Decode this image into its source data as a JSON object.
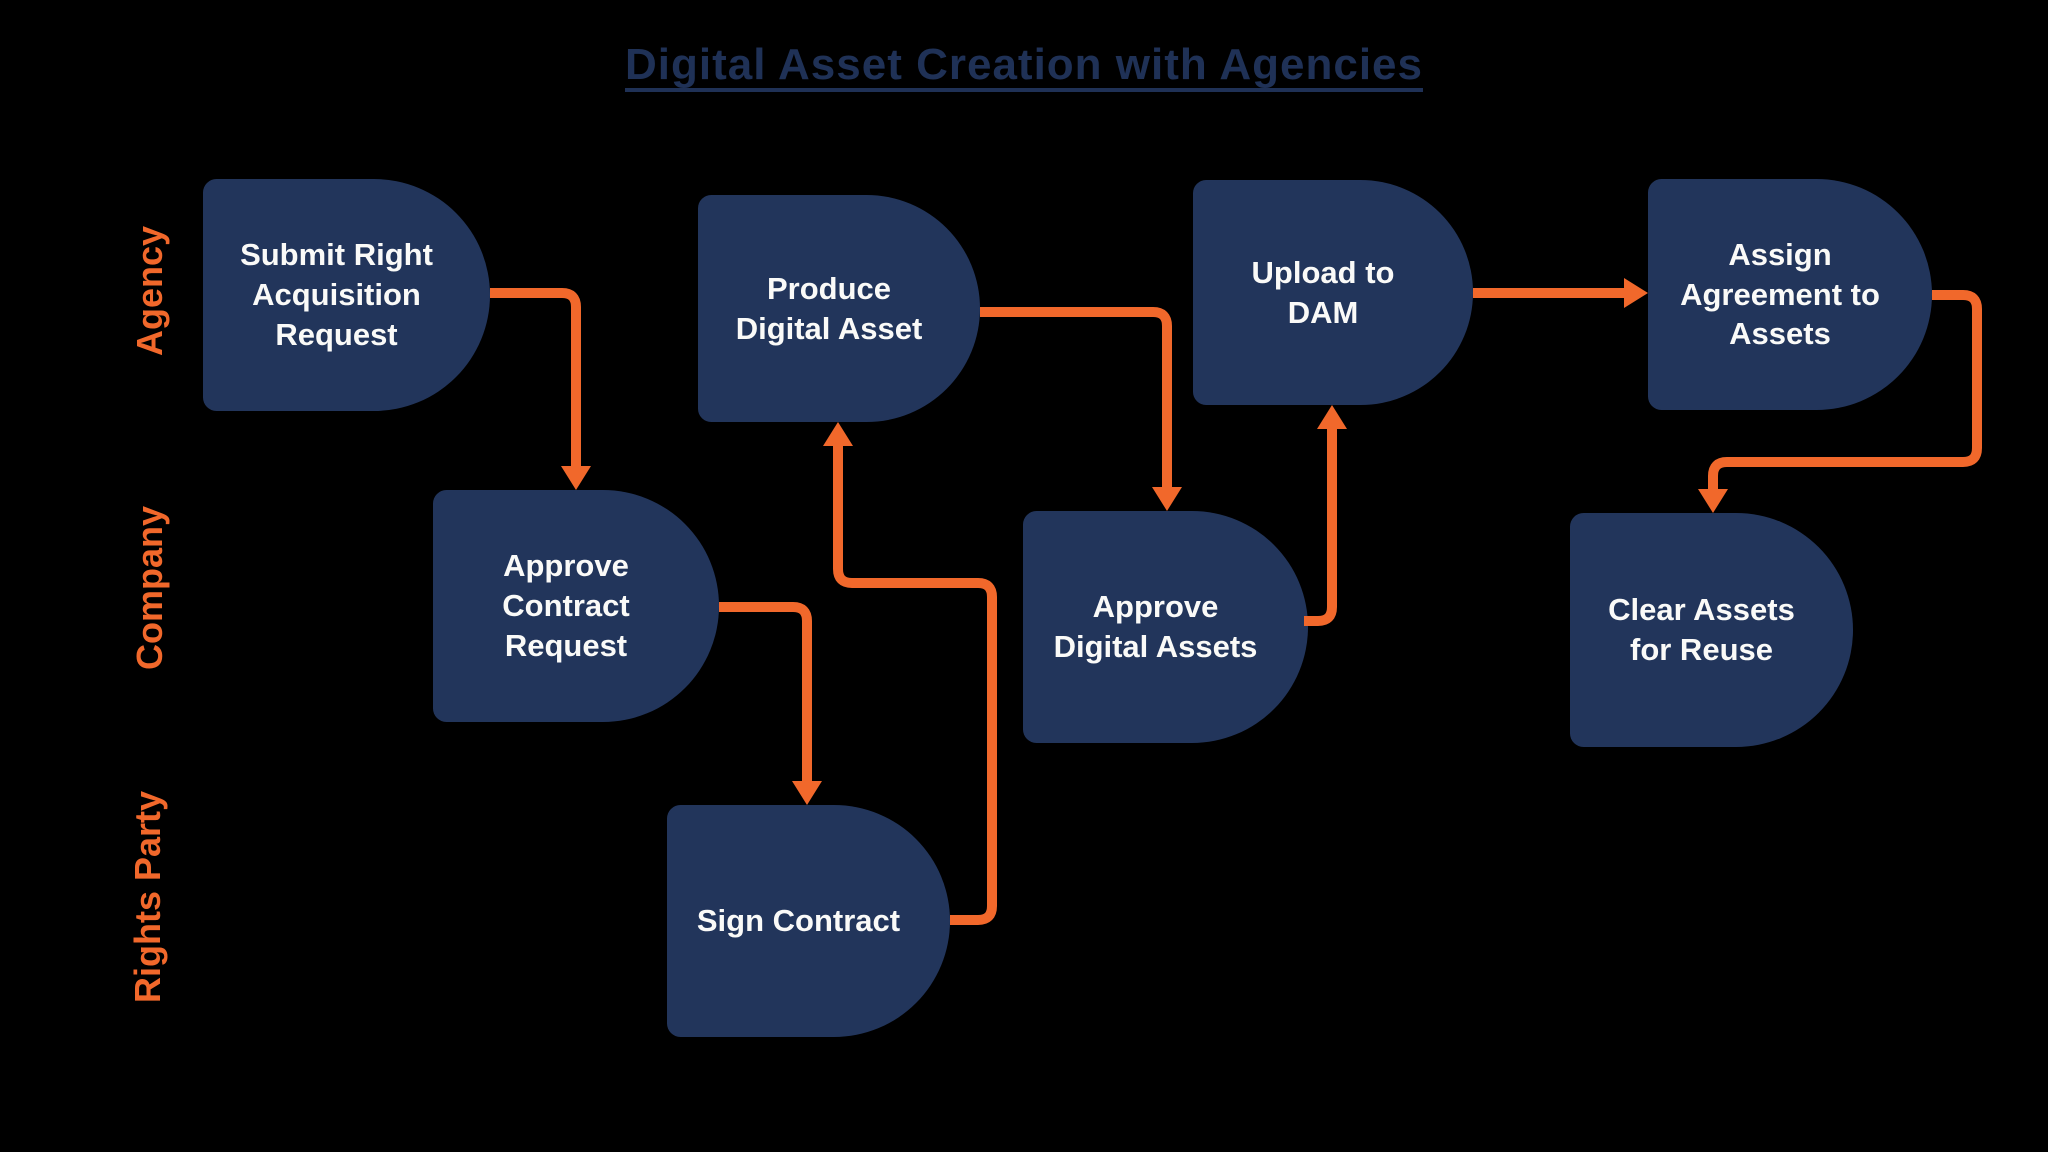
{
  "title": "Digital Asset Creation with Agencies",
  "colors": {
    "background": "#000000",
    "node_fill": "#22355B",
    "node_text": "#FAFAF8",
    "accent_orange": "#F1682B",
    "title_navy": "#1F3156"
  },
  "lanes": [
    {
      "label": "Agency"
    },
    {
      "label": "Company"
    },
    {
      "label": "Rights Party"
    }
  ],
  "nodes": [
    {
      "id": "submit-right-acquisition-request",
      "lane": "Agency",
      "label": "Submit Right\nAcquisition\nRequest"
    },
    {
      "id": "produce-digital-asset",
      "lane": "Agency",
      "label": "Produce\nDigital Asset"
    },
    {
      "id": "upload-to-dam",
      "lane": "Agency",
      "label": "Upload to\nDAM"
    },
    {
      "id": "assign-agreement-to-assets",
      "lane": "Agency",
      "label": "Assign\nAgreement to\nAssets"
    },
    {
      "id": "approve-contract-request",
      "lane": "Company",
      "label": "Approve\nContract\nRequest"
    },
    {
      "id": "approve-digital-assets",
      "lane": "Company",
      "label": "Approve\nDigital Assets"
    },
    {
      "id": "clear-assets-for-reuse",
      "lane": "Company",
      "label": "Clear Assets\nfor Reuse"
    },
    {
      "id": "sign-contract",
      "lane": "Rights Party",
      "label": "Sign Contract"
    }
  ],
  "flows": [
    {
      "from": "submit-right-acquisition-request",
      "to": "approve-contract-request"
    },
    {
      "from": "approve-contract-request",
      "to": "sign-contract"
    },
    {
      "from": "sign-contract",
      "to": "produce-digital-asset"
    },
    {
      "from": "produce-digital-asset",
      "to": "approve-digital-assets"
    },
    {
      "from": "approve-digital-assets",
      "to": "upload-to-dam"
    },
    {
      "from": "upload-to-dam",
      "to": "assign-agreement-to-assets"
    },
    {
      "from": "assign-agreement-to-assets",
      "to": "clear-assets-for-reuse"
    }
  ]
}
